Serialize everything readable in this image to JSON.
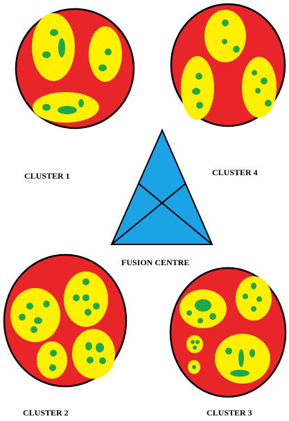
{
  "colors": {
    "cluster_fill": "#e8262a",
    "cluster_stroke": "#000000",
    "subgroup_fill": "#ffef00",
    "node_fill": "#1ea84a",
    "fusion_fill": "#1ba3e6",
    "fusion_stroke": "#000000"
  },
  "labels": {
    "cluster_1": "CLUSTER 1",
    "cluster_2": "CLUSTER 2",
    "cluster_3": "CLUSTER 3",
    "cluster_4": "CLUSTER 4",
    "fusion_centre": "FUSION CENTRE"
  }
}
